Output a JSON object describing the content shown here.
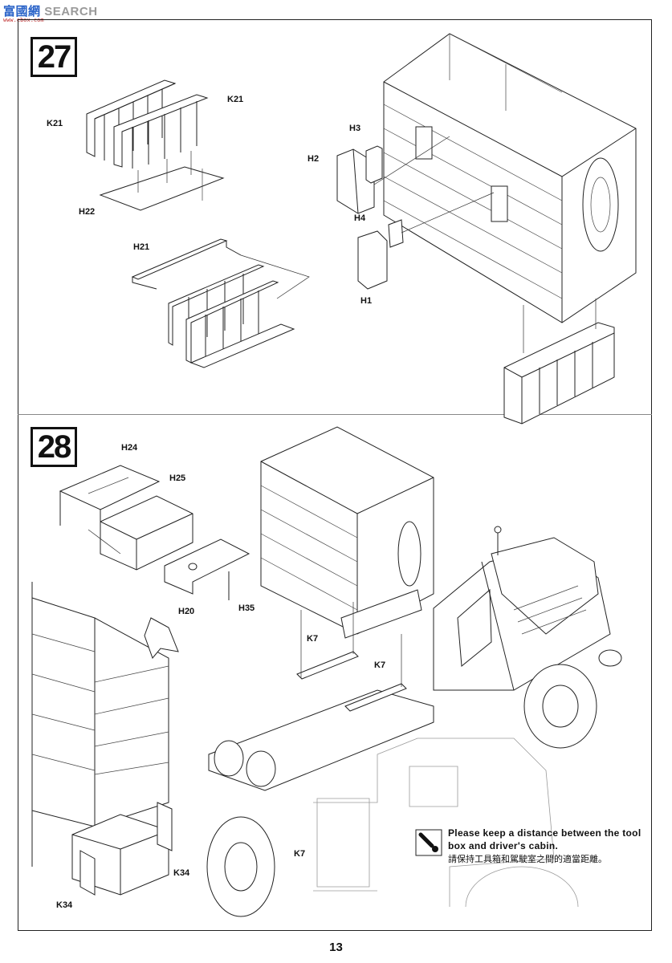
{
  "watermark": {
    "chinese": "富國網",
    "english": "SEARCH",
    "url": "www.ebox.com"
  },
  "steps": [
    {
      "number": "27"
    },
    {
      "number": "28"
    }
  ],
  "labels": {
    "k21_left": "K21",
    "k21_right": "K21",
    "h22": "H22",
    "h21": "H21",
    "h2": "H2",
    "h3": "H3",
    "h4": "H4",
    "h1": "H1",
    "h24": "H24",
    "h25": "H25",
    "h20": "H20",
    "h35": "H35",
    "k7_a": "K7",
    "k7_b": "K7",
    "k7_c": "K7",
    "k34_left": "K34",
    "k34_right": "K34"
  },
  "note": {
    "icon": "glue-tube-icon",
    "text_en": "Please keep a distance between the tool box and driver's cabin.",
    "text_zh": "請保持工具箱和駕駛室之間的適當距離。"
  },
  "page_number": "13"
}
